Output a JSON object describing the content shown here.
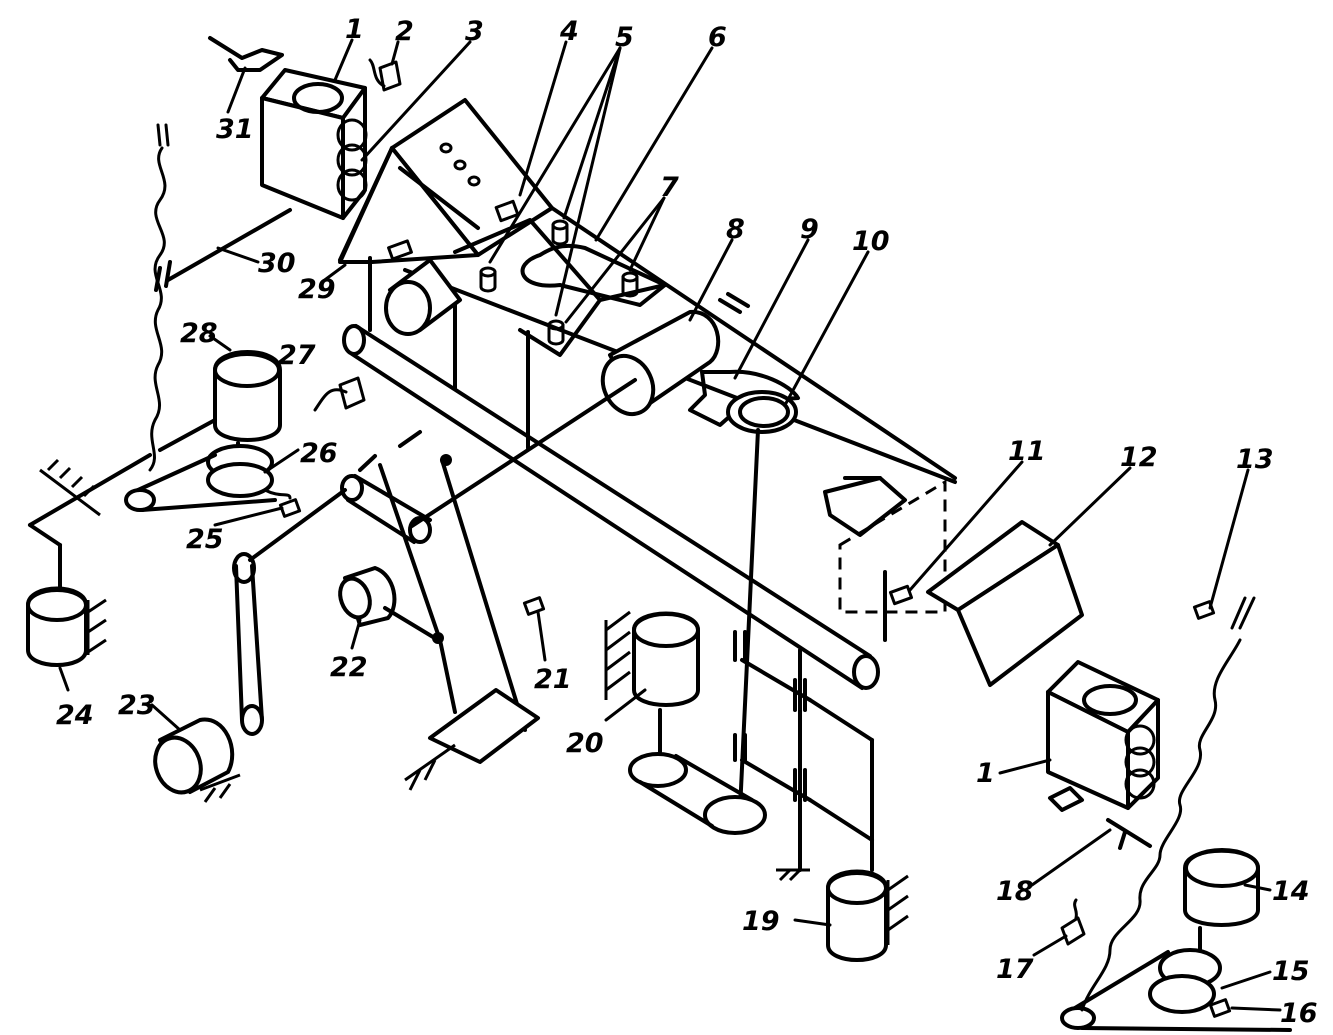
{
  "labels": {
    "l1": "1",
    "l1b": "1",
    "l2": "2",
    "l3": "3",
    "l4": "4",
    "l5": "5",
    "l6": "6",
    "l7": "7",
    "l8": "8",
    "l9": "9",
    "l10": "10",
    "l11": "11",
    "l12": "12",
    "l13": "13",
    "l14": "14",
    "l15": "15",
    "l16": "16",
    "l17": "17",
    "l18": "18",
    "l19": "19",
    "l20": "20",
    "l21": "21",
    "l22": "22",
    "l23": "23",
    "l24": "24",
    "l25": "25",
    "l26": "26",
    "l27": "27",
    "l28": "28",
    "l29": "29",
    "l30": "30",
    "l31": "31"
  }
}
